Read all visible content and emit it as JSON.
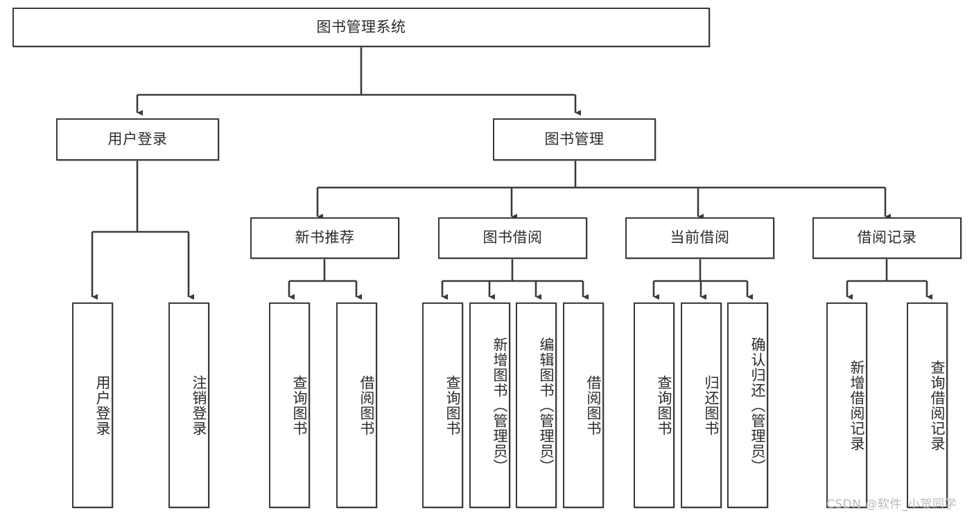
{
  "diagram": {
    "title": "图书管理系统",
    "type": "tree",
    "orientation": "top-down",
    "root": {
      "id": "root",
      "label": "图书管理系统",
      "level": 0
    },
    "level1": [
      {
        "id": "user-login",
        "label": "用户登录"
      },
      {
        "id": "book-manage",
        "label": "图书管理"
      }
    ],
    "level2": [
      {
        "id": "new-book-recommend",
        "label": "新书推荐",
        "parent": "book-manage"
      },
      {
        "id": "book-borrow",
        "label": "图书借阅",
        "parent": "book-manage"
      },
      {
        "id": "current-borrow",
        "label": "当前借阅",
        "parent": "book-manage"
      },
      {
        "id": "borrow-record",
        "label": "借阅记录",
        "parent": "book-manage"
      }
    ],
    "leaves": [
      {
        "id": "leaf-user-login",
        "label": "用户登录",
        "parent": "user-login"
      },
      {
        "id": "leaf-logout",
        "label": "注销登录",
        "parent": "user-login"
      },
      {
        "id": "leaf-query-book-1",
        "label": "查询图书",
        "parent": "new-book-recommend"
      },
      {
        "id": "leaf-borrow-book-1",
        "label": "借阅图书",
        "parent": "new-book-recommend"
      },
      {
        "id": "leaf-query-book-2",
        "label": "查询图书",
        "parent": "book-borrow"
      },
      {
        "id": "leaf-add-book",
        "label": "新增图书（管理员）",
        "parent": "book-borrow"
      },
      {
        "id": "leaf-edit-book",
        "label": "编辑图书（管理员）",
        "parent": "book-borrow"
      },
      {
        "id": "leaf-borrow-book-2",
        "label": "借阅图书",
        "parent": "book-borrow"
      },
      {
        "id": "leaf-query-book-3",
        "label": "查询图书",
        "parent": "current-borrow"
      },
      {
        "id": "leaf-return-book",
        "label": "归还图书",
        "parent": "current-borrow"
      },
      {
        "id": "leaf-confirm-return",
        "label": "确认归还（管理员）",
        "parent": "current-borrow"
      },
      {
        "id": "leaf-add-record",
        "label": "新增借阅记录",
        "parent": "borrow-record"
      },
      {
        "id": "leaf-query-record",
        "label": "查询借阅记录",
        "parent": "borrow-record"
      }
    ],
    "colors": {
      "stroke": "#3a3a3a",
      "fill": "#ffffff",
      "text": "#2b2b2b",
      "watermark": "#b9b9b9"
    }
  },
  "watermark": {
    "text": "CSDN @软件_小贺同学"
  }
}
